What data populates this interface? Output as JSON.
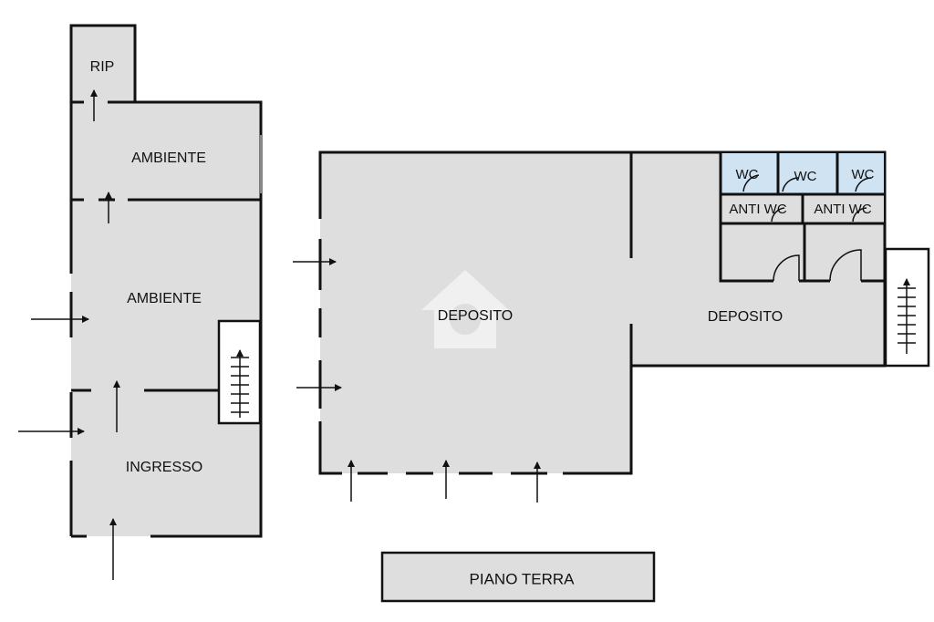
{
  "plan": {
    "title": "PIANO TERRA",
    "rooms": {
      "rip": "RIP",
      "ambiente_upper": "AMBIENTE",
      "ambiente_lower": "AMBIENTE",
      "ingresso": "INGRESSO",
      "deposito_main": "DEPOSITO",
      "deposito_right": "DEPOSITO",
      "wc_1": "WC",
      "wc_2": "WC",
      "wc_3": "WC",
      "anti_wc_1": "ANTI WC",
      "anti_wc_2": "ANTI WC"
    },
    "colors": {
      "room_fill": "#dedede",
      "wc_fill": "#cfe3f3",
      "wall": "#111111"
    }
  }
}
